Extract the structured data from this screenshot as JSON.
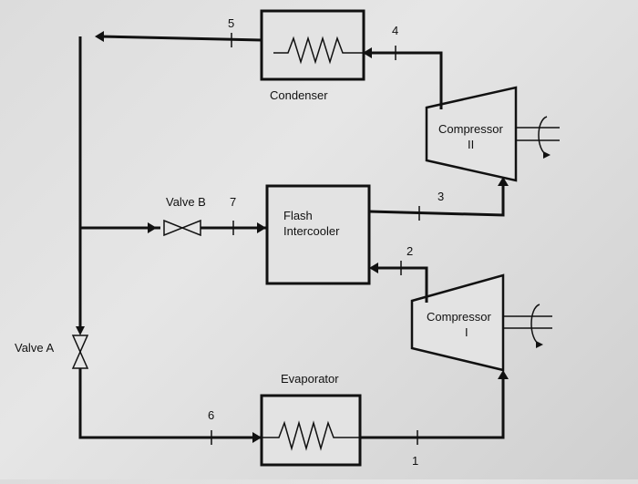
{
  "components": {
    "condenser": "Condenser",
    "flash_intercooler_line1": "Flash",
    "flash_intercooler_line2": "Intercooler",
    "compressor_ii_line1": "Compressor",
    "compressor_ii_line2": "II",
    "compressor_i_line1": "Compressor",
    "compressor_i_line2": "I",
    "evaporator": "Evaporator",
    "valve_a": "Valve A",
    "valve_b": "Valve B"
  },
  "states": {
    "s1": "1",
    "s2": "2",
    "s3": "3",
    "s4": "4",
    "s5": "5",
    "s6": "6",
    "s7": "7"
  }
}
